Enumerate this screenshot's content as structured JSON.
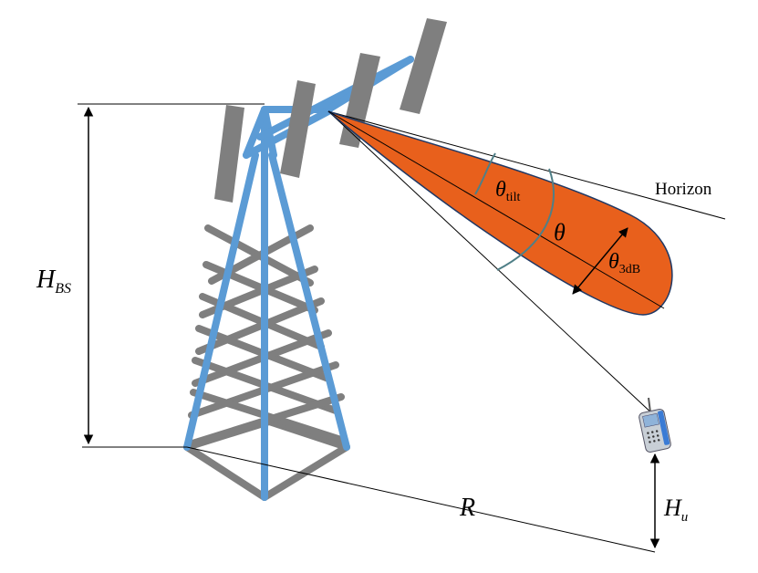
{
  "labels": {
    "horizon": "Horizon",
    "h_bs_main": "H",
    "h_bs_sub": "BS",
    "r": "R",
    "h_u_main": "H",
    "h_u_sub": "u",
    "theta": "θ",
    "theta_tilt_sub": "tilt",
    "theta_3db_sub": "3dB"
  },
  "colors": {
    "tower": "#5b9bd5",
    "tower_lattice": "#7f7f7f",
    "antenna_panel": "#7f7f7f",
    "beam_fill": "#e8601c",
    "beam_stroke": "#1f3864",
    "arc": "#4f7f87",
    "line": "#000000"
  },
  "icons": {
    "mobile_device": "phone-icon"
  }
}
